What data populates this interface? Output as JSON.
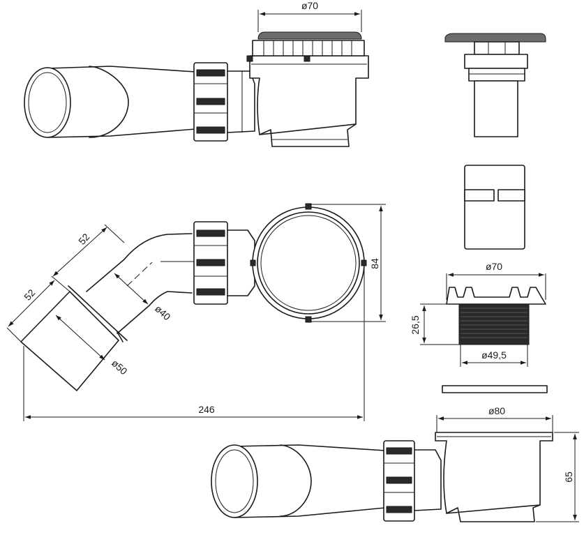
{
  "dimensions": {
    "top_cap_diameter": "ø70",
    "height_84": "84",
    "pipe_diameter_40": "ø40",
    "pipe_diameter_50": "ø50",
    "elbow_length_upper": "52",
    "elbow_length_lower": "52",
    "total_length": "246",
    "strainer_diameter_70": "ø70",
    "strainer_height": "26,5",
    "thread_diameter": "ø49,5",
    "flange_diameter": "ø80",
    "body_height": "65"
  }
}
